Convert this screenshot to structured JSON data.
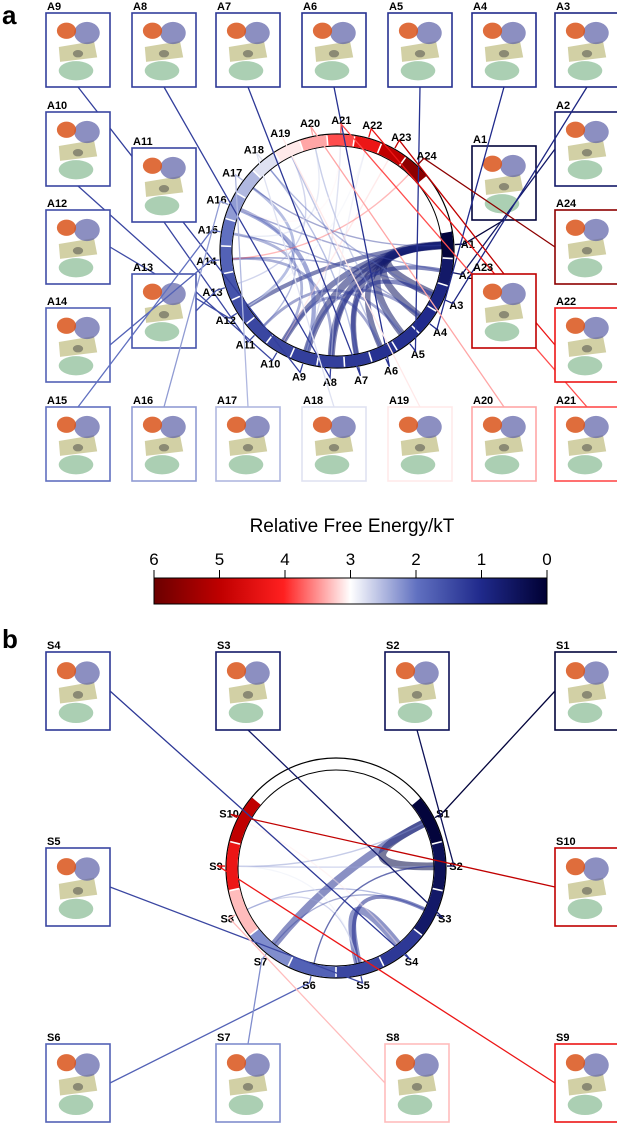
{
  "panels": [
    {
      "letter": "a"
    },
    {
      "letter": "b"
    }
  ],
  "colorbar": {
    "title": "Relative Free Energy/kT",
    "ticks": [
      "6",
      "5",
      "4",
      "3",
      "2",
      "1",
      "0"
    ]
  },
  "structure_colors": {
    "orange": "#d9541a",
    "purple": "#5b5fa6",
    "tan": "#c7c48e",
    "green": "#8fbf9a"
  },
  "colorscale": [
    "#6b0000",
    "#c00000",
    "#ff2020",
    "#ffffff",
    "#6070c0",
    "#202a8c",
    "#000033"
  ],
  "networks": {
    "a": {
      "nodes": [
        {
          "id": "A1",
          "label": "A1",
          "energy": 0.1
        },
        {
          "id": "A2",
          "label": "A2",
          "energy": 0.6
        },
        {
          "id": "A3",
          "label": "A3",
          "energy": 0.9
        },
        {
          "id": "A4",
          "label": "A4",
          "energy": 1.0
        },
        {
          "id": "A5",
          "label": "A5",
          "energy": 1.1
        },
        {
          "id": "A6",
          "label": "A6",
          "energy": 1.1
        },
        {
          "id": "A7",
          "label": "A7",
          "energy": 1.2
        },
        {
          "id": "A8",
          "label": "A8",
          "energy": 1.3
        },
        {
          "id": "A9",
          "label": "A9",
          "energy": 1.3
        },
        {
          "id": "A10",
          "label": "A10",
          "energy": 1.4
        },
        {
          "id": "A11",
          "label": "A11",
          "energy": 1.4
        },
        {
          "id": "A12",
          "label": "A12",
          "energy": 1.5
        },
        {
          "id": "A13",
          "label": "A13",
          "energy": 1.6
        },
        {
          "id": "A14",
          "label": "A14",
          "energy": 1.8
        },
        {
          "id": "A15",
          "label": "A15",
          "energy": 2.0
        },
        {
          "id": "A16",
          "label": "A16",
          "energy": 2.3
        },
        {
          "id": "A17",
          "label": "A17",
          "energy": 2.5
        },
        {
          "id": "A18",
          "label": "A18",
          "energy": 2.8
        },
        {
          "id": "A19",
          "label": "A19",
          "energy": 3.1
        },
        {
          "id": "A20",
          "label": "A20",
          "energy": 3.4
        },
        {
          "id": "A21",
          "label": "A21",
          "energy": 3.8
        },
        {
          "id": "A22",
          "label": "A22",
          "energy": 4.3
        },
        {
          "id": "A23",
          "label": "A23",
          "energy": 5.0
        },
        {
          "id": "A24",
          "label": "A24",
          "energy": 5.6
        }
      ],
      "links": [
        {
          "s": "A1",
          "t": "A3",
          "w": 6
        },
        {
          "s": "A1",
          "t": "A4",
          "w": 5
        },
        {
          "s": "A1",
          "t": "A5",
          "w": 5
        },
        {
          "s": "A1",
          "t": "A6",
          "w": 4
        },
        {
          "s": "A1",
          "t": "A7",
          "w": 4
        },
        {
          "s": "A1",
          "t": "A8",
          "w": 5
        },
        {
          "s": "A1",
          "t": "A9",
          "w": 5
        },
        {
          "s": "A1",
          "t": "A10",
          "w": 4
        },
        {
          "s": "A1",
          "t": "A12",
          "w": 3
        },
        {
          "s": "A2",
          "t": "A8",
          "w": 3
        },
        {
          "s": "A3",
          "t": "A7",
          "w": 3
        },
        {
          "s": "A4",
          "t": "A9",
          "w": 2
        },
        {
          "s": "A5",
          "t": "A11",
          "w": 2
        },
        {
          "s": "A6",
          "t": "A10",
          "w": 2
        },
        {
          "s": "A9",
          "t": "A16",
          "w": 3
        },
        {
          "s": "A10",
          "t": "A15",
          "w": 2
        },
        {
          "s": "A12",
          "t": "A17",
          "w": 2
        },
        {
          "s": "A8",
          "t": "A14",
          "w": 2
        },
        {
          "s": "A11",
          "t": "A16",
          "w": 1
        },
        {
          "s": "A7",
          "t": "A18",
          "w": 1
        },
        {
          "s": "A6",
          "t": "A19",
          "w": 1
        },
        {
          "s": "A4",
          "t": "A15",
          "w": 1
        },
        {
          "s": "A3",
          "t": "A14",
          "w": 1
        },
        {
          "s": "A2",
          "t": "A16",
          "w": 1
        },
        {
          "s": "A5",
          "t": "A20",
          "w": 1
        },
        {
          "s": "A1",
          "t": "A17",
          "w": 1
        },
        {
          "s": "A9",
          "t": "A21",
          "w": 1
        },
        {
          "s": "A12",
          "t": "A22",
          "w": 1
        },
        {
          "s": "A10",
          "t": "A23",
          "w": 1
        },
        {
          "s": "A13",
          "t": "A19",
          "w": 1
        },
        {
          "s": "A14",
          "t": "A24",
          "w": 1
        },
        {
          "s": "A15",
          "t": "A20",
          "w": 1
        },
        {
          "s": "A16",
          "t": "A21",
          "w": 1
        },
        {
          "s": "A8",
          "t": "A22",
          "w": 1
        },
        {
          "s": "A3",
          "t": "A18",
          "w": 1
        }
      ]
    },
    "b": {
      "nodes": [
        {
          "id": "S1",
          "label": "S1",
          "energy": 0.1
        },
        {
          "id": "S2",
          "label": "S2",
          "energy": 0.4
        },
        {
          "id": "S3",
          "label": "S3",
          "energy": 0.6
        },
        {
          "id": "S4",
          "label": "S4",
          "energy": 1.2
        },
        {
          "id": "S5",
          "label": "S5",
          "energy": 1.4
        },
        {
          "id": "S6",
          "label": "S6",
          "energy": 1.8
        },
        {
          "id": "S7",
          "label": "S7",
          "energy": 2.2
        },
        {
          "id": "S8",
          "label": "S8",
          "energy": 3.3
        },
        {
          "id": "S9",
          "label": "S9",
          "energy": 4.3
        },
        {
          "id": "S10",
          "label": "S10",
          "energy": 5.0
        }
      ],
      "links": [
        {
          "s": "S1",
          "t": "S2",
          "w": 6
        },
        {
          "s": "S4",
          "t": "S5",
          "w": 6
        },
        {
          "s": "S1",
          "t": "S7",
          "w": 6
        },
        {
          "s": "S3",
          "t": "S5",
          "w": 3
        },
        {
          "s": "S2",
          "t": "S6",
          "w": 1
        },
        {
          "s": "S3",
          "t": "S8",
          "w": 1
        },
        {
          "s": "S1",
          "t": "S9",
          "w": 1
        },
        {
          "s": "S2",
          "t": "S9",
          "w": 1
        },
        {
          "s": "S5",
          "t": "S8",
          "w": 1
        },
        {
          "s": "S4",
          "t": "S10",
          "w": 1
        },
        {
          "s": "S6",
          "t": "S2",
          "w": 1
        },
        {
          "s": "S3",
          "t": "S7",
          "w": 1
        },
        {
          "s": "S5",
          "t": "S9",
          "w": 1
        }
      ]
    }
  }
}
